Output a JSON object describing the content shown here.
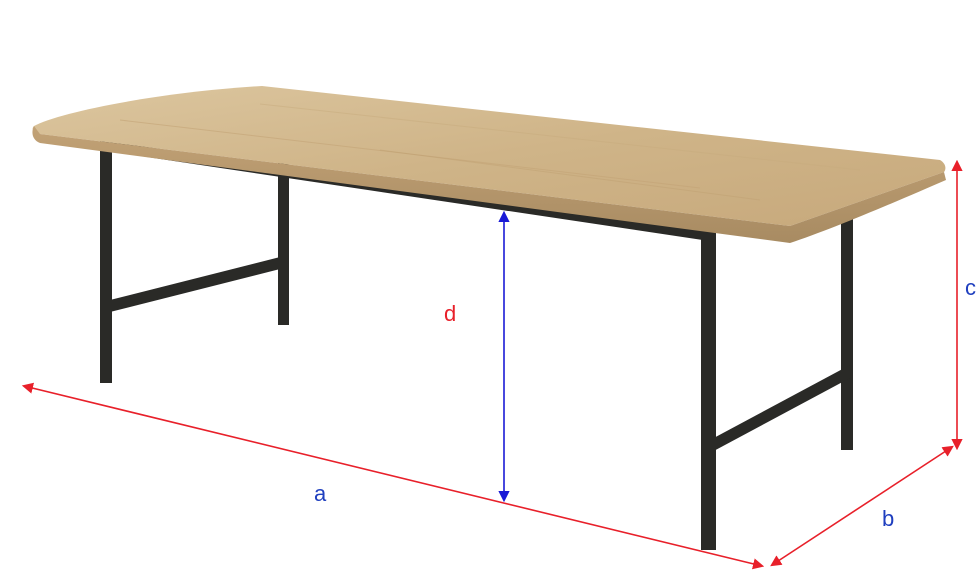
{
  "labels": {
    "a": "a",
    "b": "b",
    "c": "c",
    "d": "d"
  },
  "colors": {
    "dimension_outer": "#e8202a",
    "dimension_height": "#1a1ad6",
    "label_blue": "#1f3fbf",
    "label_red": "#e8202a",
    "tabletop_light": "#d9c29a",
    "tabletop_mid": "#c9ad80",
    "tabletop_edge": "#a98d63",
    "frame": "#2a2a27"
  }
}
